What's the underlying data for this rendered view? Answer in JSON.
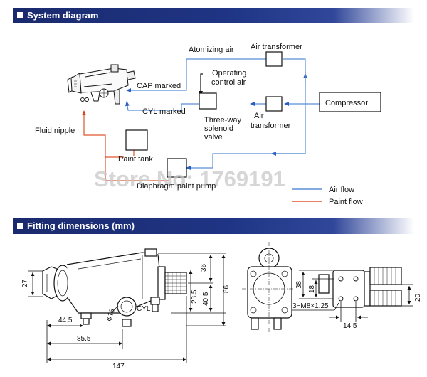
{
  "banners": {
    "system": "System diagram",
    "fitting": "Fitting dimensions (mm)"
  },
  "labels": {
    "atomizing_air": "Atomizing air",
    "air_transformer_top": "Air transformer",
    "operating_control_air_1": "Operating",
    "operating_control_air_2": "control air",
    "cap_marked": "CAP marked",
    "cyl_marked": "CYL marked",
    "three_way_1": "Three-way",
    "three_way_2": "solenoid",
    "three_way_3": "valve",
    "air_transformer_mid_1": "Air",
    "air_transformer_mid_2": "transformer",
    "compressor": "Compressor",
    "fluid_nipple": "Fluid nipple",
    "paint_tank": "Paint tank",
    "diaphragm_pump": "Diaphragm paint pump",
    "watermark": "Store No: 1769191"
  },
  "legend": {
    "air_flow": "Air flow",
    "paint_flow": "Paint flow",
    "air_color": "#5b8fd6",
    "paint_color": "#e0552e"
  },
  "dimensions": {
    "d27": "27",
    "d44_5": "44.5",
    "d16": "φ16",
    "cyl": "CYL",
    "d85_5": "85.5",
    "d147": "147",
    "d36": "36",
    "d23_5": "23.5",
    "d40_5": "40.5",
    "d86": "86",
    "d38": "38",
    "d18": "18",
    "thread": "3−M8×1.25",
    "d14_5": "14.5",
    "d20": "20"
  }
}
